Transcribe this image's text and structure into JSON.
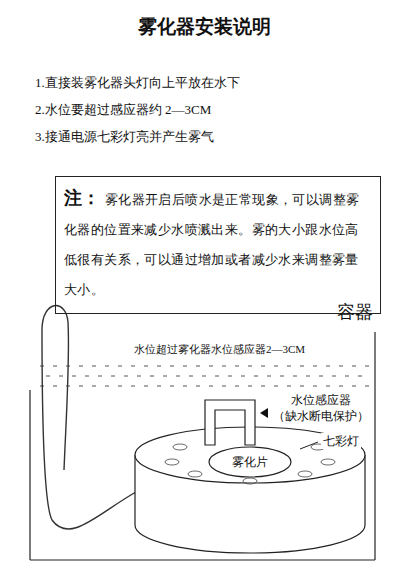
{
  "diagram": {
    "title": "雾化器安装说明",
    "nodes": [
      {
        "text": [
          "注：",
          "雾化器开启后喷水是正常现象，可以调整雾化器的位置来减少水喷溅出来。雾的大小跟水位高低很有关系，可以通过增加或者减少水来调整雾量大小。"
        ]
      },
      {
        "text": [
          "容器"
        ]
      },
      {
        "text": [
          "雾化片"
        ],
        "in": 1
      }
    ],
    "labels": [
      "1.直接装雾化器头灯向上平放在水下",
      "2.水位要超过感应器约 2—3CM",
      "3.接通电源七彩灯亮并产生雾气",
      "水位超过雾化器水位感应器2—3CM",
      "水位感应器 （缺水断电保护）",
      "七彩灯"
    ]
  }
}
